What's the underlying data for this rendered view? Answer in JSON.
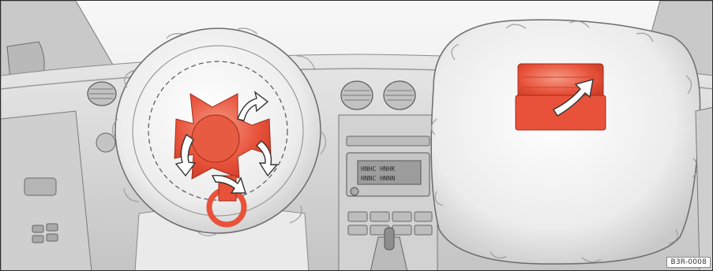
{
  "figure": {
    "code": "B3R-0008"
  },
  "radio_display": {
    "line1": "HNHC HNHK",
    "line2": "HNNC HNNN"
  },
  "colors": {
    "background": "#ffffff",
    "dashboard": "#dcdcdc",
    "airbag": "#f2f2f2",
    "highlight": "#e8523b",
    "highlight_dark": "#b42a17",
    "outline": "#6b6b6b"
  },
  "icons": {
    "flap_arrows": "curved-arrow-icon",
    "opening_arrow": "curved-arrow-icon"
  }
}
